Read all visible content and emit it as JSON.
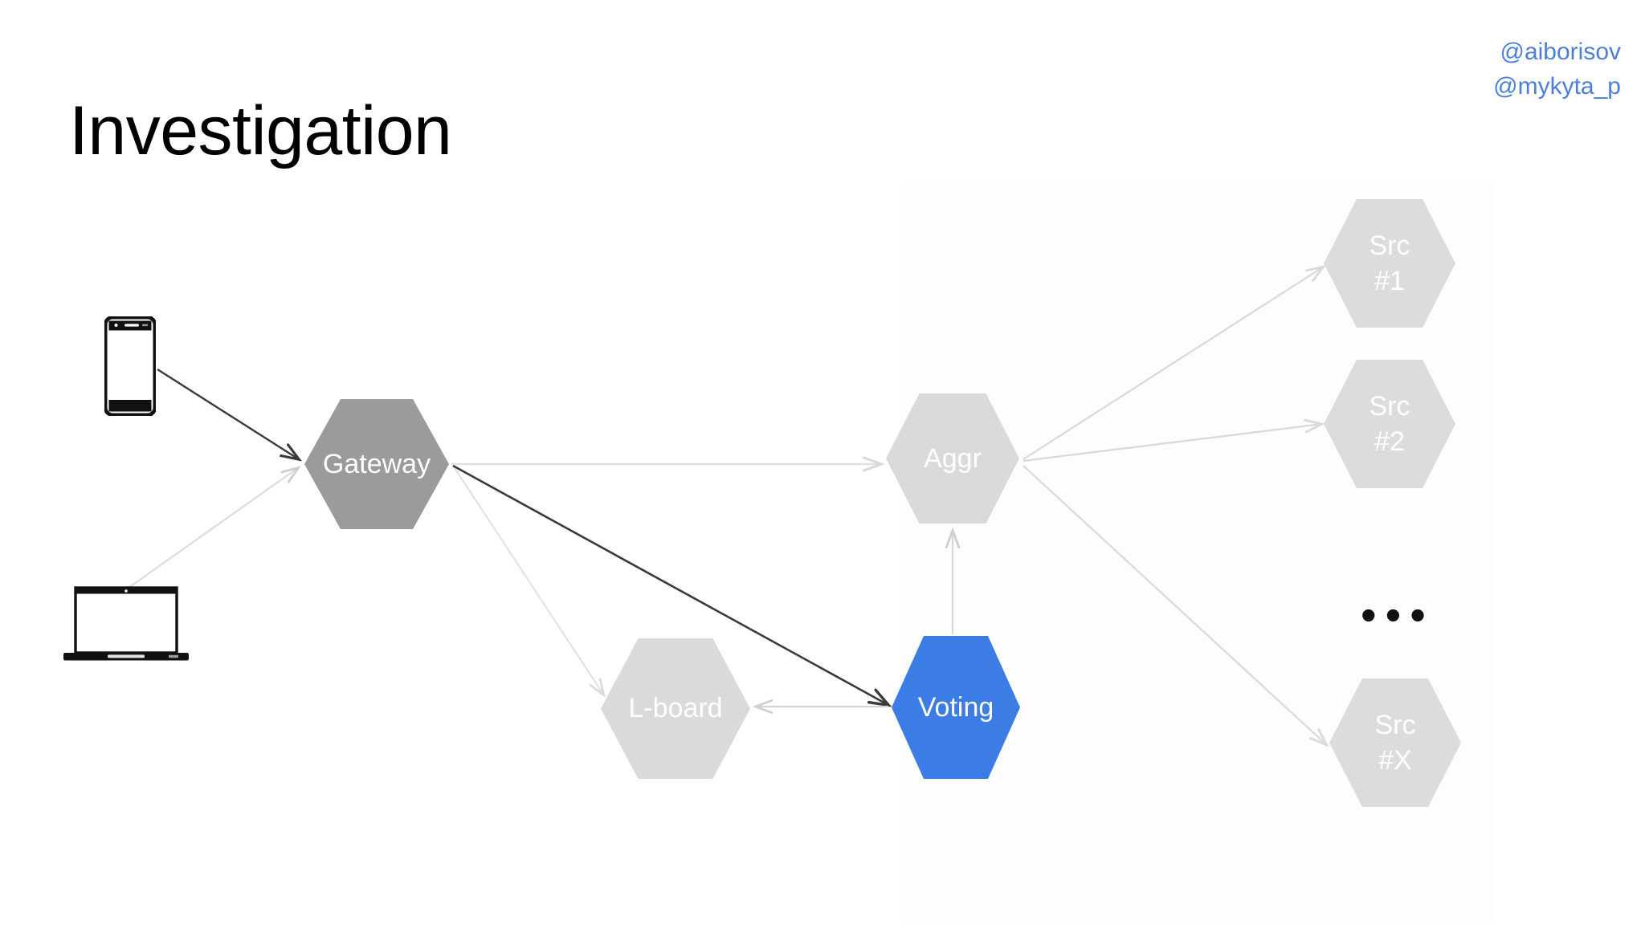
{
  "slide": {
    "title": "Investigation",
    "background_color": "#ffffff"
  },
  "handles": {
    "color": "#4a7fe0",
    "items": [
      {
        "text": "@aiborisov"
      },
      {
        "text": "@mykyta_p"
      }
    ]
  },
  "diagram": {
    "type": "architecture-flow",
    "ellipsis": "•••",
    "nodes": [
      {
        "id": "phone",
        "kind": "device",
        "label": "",
        "icon": "smartphone-icon",
        "color": "#111111"
      },
      {
        "id": "laptop",
        "kind": "device",
        "label": "",
        "icon": "laptop-icon",
        "color": "#111111"
      },
      {
        "id": "gateway",
        "kind": "hexagon",
        "label": "Gateway",
        "color": "#9b9b9b",
        "text_color": "#ffffff"
      },
      {
        "id": "aggr",
        "kind": "hexagon",
        "label": "Aggr",
        "color": "#dadada",
        "text_color": "#ffffff"
      },
      {
        "id": "lboard",
        "kind": "hexagon",
        "label": "L-board",
        "color": "#dadada",
        "text_color": "#ffffff"
      },
      {
        "id": "voting",
        "kind": "hexagon",
        "label": "Voting",
        "color": "#3b7ce5",
        "text_color": "#ffffff"
      },
      {
        "id": "src1",
        "kind": "hexagon",
        "label_line1": "Src",
        "label_line2": "#1",
        "color": "#dcdcdc",
        "text_color": "#ffffff"
      },
      {
        "id": "src2",
        "kind": "hexagon",
        "label_line1": "Src",
        "label_line2": "#2",
        "color": "#dcdcdc",
        "text_color": "#ffffff"
      },
      {
        "id": "srcx",
        "kind": "hexagon",
        "label_line1": "Src",
        "label_line2": "#X",
        "color": "#dcdcdc",
        "text_color": "#ffffff"
      }
    ],
    "edges": [
      {
        "from": "phone",
        "to": "gateway",
        "emphasis": "strong",
        "color": "#3a3a3a"
      },
      {
        "from": "laptop",
        "to": "gateway",
        "emphasis": "faint",
        "color": "#d6d6d6"
      },
      {
        "from": "gateway",
        "to": "aggr",
        "emphasis": "faint",
        "color": "#dcdcdc"
      },
      {
        "from": "gateway",
        "to": "lboard",
        "emphasis": "faint",
        "color": "#d6d6d6"
      },
      {
        "from": "gateway",
        "to": "voting",
        "emphasis": "strong",
        "color": "#3a3a3a"
      },
      {
        "from": "voting",
        "to": "lboard",
        "emphasis": "faint",
        "color": "#d0d0d0"
      },
      {
        "from": "voting",
        "to": "aggr",
        "emphasis": "faint",
        "color": "#d0d0d0"
      },
      {
        "from": "aggr",
        "to": "src1",
        "emphasis": "faint",
        "color": "#d6d6d6"
      },
      {
        "from": "aggr",
        "to": "src2",
        "emphasis": "faint",
        "color": "#d6d6d6"
      },
      {
        "from": "aggr",
        "to": "srcx",
        "emphasis": "faint",
        "color": "#d6d6d6"
      }
    ]
  }
}
